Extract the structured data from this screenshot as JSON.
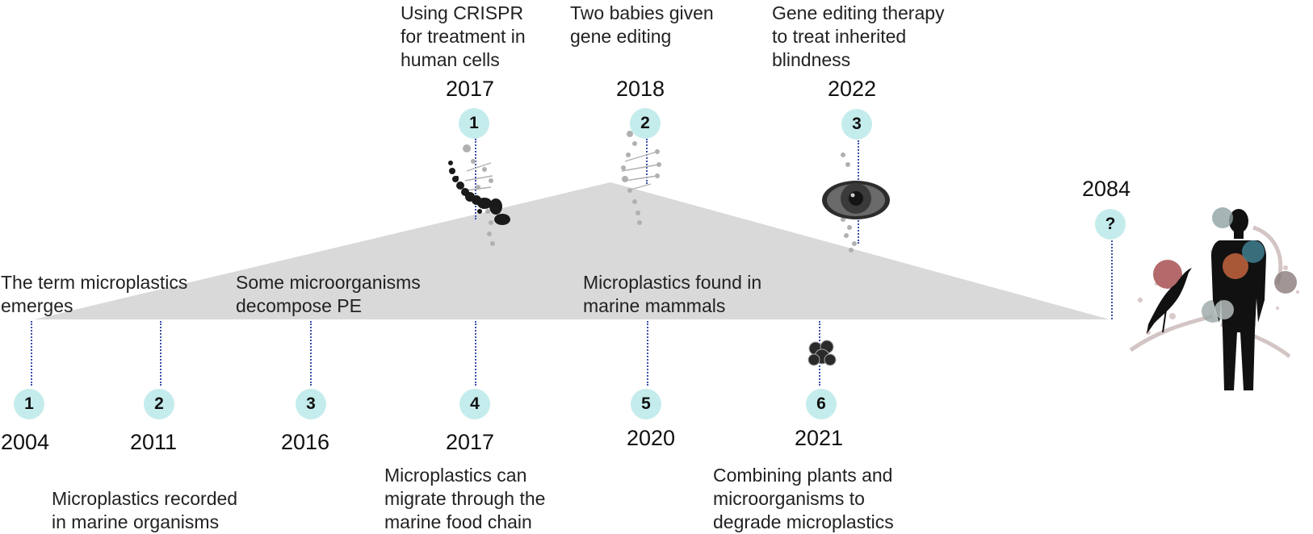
{
  "colors": {
    "badge": "#c5ecec",
    "triangle": "#d9d9d9",
    "connector": "#3b4fa8"
  },
  "top_events": [
    {
      "num": "1",
      "year": "2017",
      "text": [
        "Using CRISPR",
        "for treatment in",
        "human cells"
      ],
      "icon": "dna-helix-icon"
    },
    {
      "num": "2",
      "year": "2018",
      "text": [
        "Two babies given",
        "gene editing"
      ],
      "icon": "dna-helix-icon"
    },
    {
      "num": "3",
      "year": "2022",
      "text": [
        "Gene editing therapy",
        "to treat inherited",
        "blindness"
      ],
      "icon": "eye-icon"
    }
  ],
  "future_event": {
    "num": "?",
    "year": "2084"
  },
  "bottom_events": [
    {
      "num": "1",
      "year": "2004",
      "text": [
        "The term microplastics",
        "emerges"
      ]
    },
    {
      "num": "2",
      "year": "2011",
      "text": [
        "Microplastics recorded",
        "in marine organisms"
      ]
    },
    {
      "num": "3",
      "year": "2016",
      "text": [
        "Some microorganisms",
        "decompose PE"
      ]
    },
    {
      "num": "4",
      "year": "2017",
      "text": [
        "Microplastics can",
        "migrate through the",
        "marine food chain"
      ]
    },
    {
      "num": "5",
      "year": "2020",
      "text": [
        "Microplastics found in",
        "marine mammals"
      ]
    },
    {
      "num": "6",
      "year": "2021",
      "text": [
        "Combining plants and",
        "microorganisms to",
        "degrade microplastics"
      ]
    }
  ]
}
